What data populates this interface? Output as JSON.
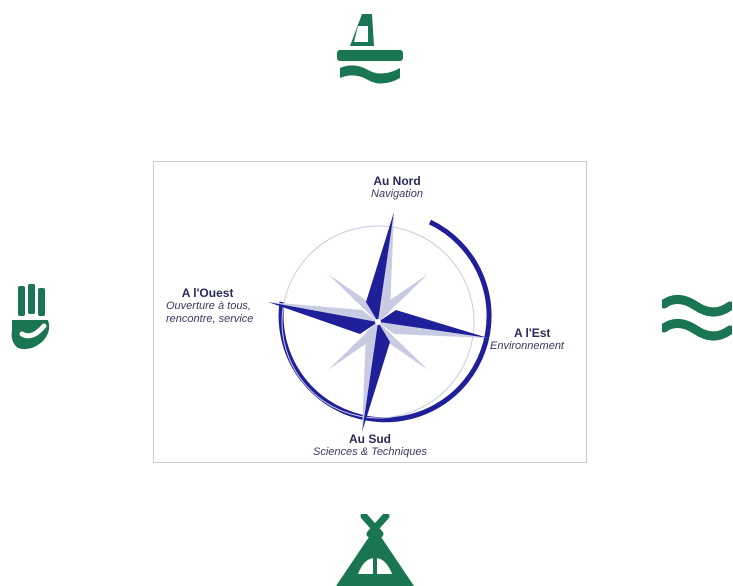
{
  "colors": {
    "emblem_green": "#1a7553",
    "compass_navy": "#1f1f9a",
    "compass_light": "#c9cbe3",
    "label_text": "#2a2a5a"
  },
  "icons": {
    "north": "sailboat-icon",
    "west": "raised-hand-icon",
    "east": "waves-icon",
    "south": "tent-icon"
  },
  "compass": {
    "north": {
      "title": "Au Nord",
      "subtitle": "Navigation"
    },
    "south": {
      "title": "Au Sud",
      "subtitle": "Sciences & Techniques"
    },
    "east": {
      "title": "A l'Est",
      "subtitle": "Environnement"
    },
    "west": {
      "title": "A l'Ouest",
      "subtitle_line1": "Ouverture à tous,",
      "subtitle_line2": "rencontre, service"
    }
  }
}
